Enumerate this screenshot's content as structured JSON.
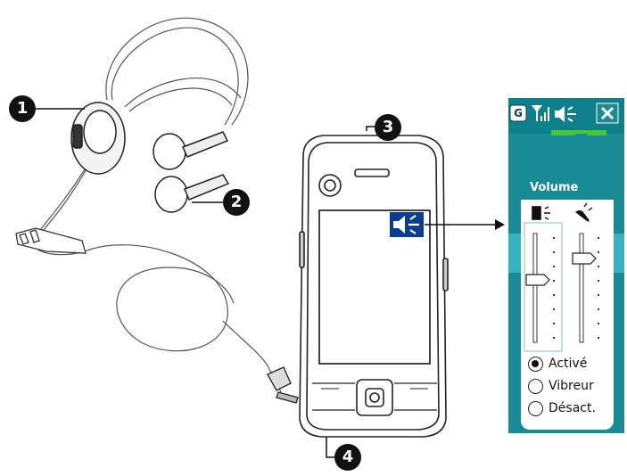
{
  "callouts": [
    "1",
    "2",
    "3",
    "4"
  ],
  "volume_popup": {
    "title": "Volume",
    "status_bar_icons": [
      "g-badge-icon",
      "signal-icon",
      "speaker-icon",
      "close-icon"
    ],
    "g_badge": "G",
    "slider_icons": [
      "device-volume-icon",
      "phone-volume-icon"
    ],
    "ringer_options": [
      {
        "label": "Activé",
        "selected": true
      },
      {
        "label": "Vibreur",
        "selected": false
      },
      {
        "label": "Désact.",
        "selected": false
      }
    ]
  },
  "colors": {
    "popup_teal": "#0f7f8a",
    "popup_header": "#1a8a95",
    "popup_dark": "#0a3f45",
    "speaker_badge": "#0a3d8f",
    "slider_band": "#33b3bf",
    "green_bar": "#49c43f"
  }
}
